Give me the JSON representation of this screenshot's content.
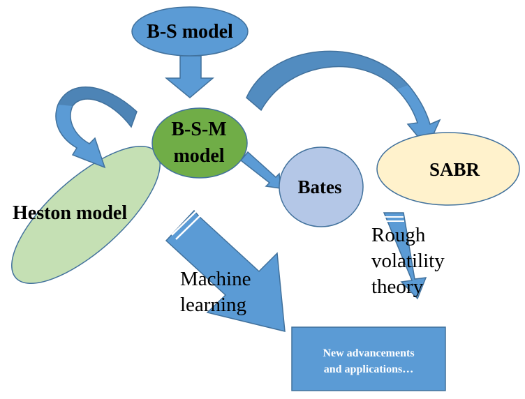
{
  "nodes": {
    "bs": {
      "label": "B-S model"
    },
    "bsm": {
      "label_line1": "B-S-M",
      "label_line2": "model"
    },
    "bates": {
      "label": "Bates"
    },
    "sabr": {
      "label": "SABR"
    },
    "heston": {
      "label": "Heston model"
    },
    "advancements": {
      "label_line1": "New advancements",
      "label_line2": "and applications…"
    }
  },
  "edge_labels": {
    "machine_learning": {
      "line1": "Machine",
      "line2": "learning"
    },
    "rough_volatility": {
      "line1": "Rough",
      "line2": "volatility",
      "line3": "theory"
    }
  },
  "colors": {
    "blue_fill": "#5b9bd5",
    "blue_stroke": "#41719c",
    "green_fill": "#70ad47",
    "light_green_fill": "#c5e0b4",
    "lavender_fill": "#b4c7e7",
    "cream_fill": "#fff2cc"
  }
}
